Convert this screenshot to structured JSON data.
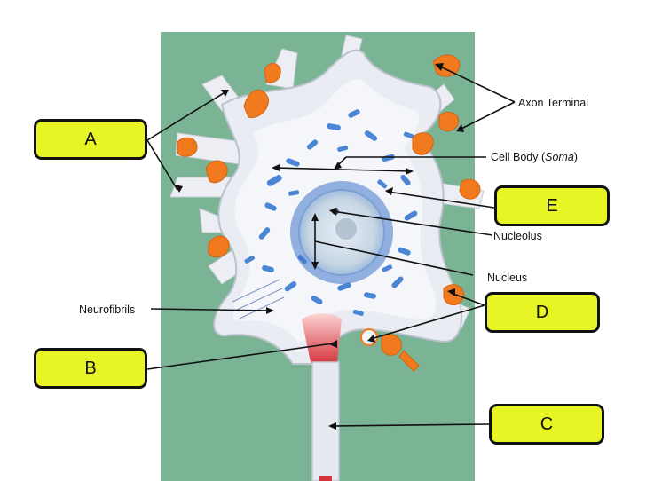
{
  "diagram": {
    "callouts": {
      "a": "A",
      "b": "B",
      "c": "C",
      "d": "D",
      "e": "E"
    },
    "labels": {
      "axon_terminal": "Axon Terminal",
      "cell_body": "Cell Body (",
      "soma": "Soma",
      "close_paren": ")",
      "nucleolus": "Nucleolus",
      "nucleus": "Nucleus",
      "neurofibrils": "Neurofibrils"
    }
  },
  "colors": {
    "callout_fill": "#e8f524",
    "background": "#7fb89a",
    "model_white": "#eef0f4",
    "granules": "#4a86d4",
    "terminal_orange": "#f27a1e",
    "axon_hillock_red": "#e2444a"
  }
}
